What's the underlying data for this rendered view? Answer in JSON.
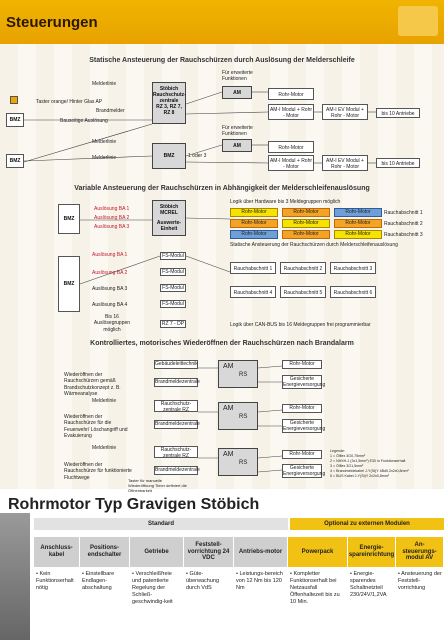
{
  "header": {
    "title": "Steuerungen"
  },
  "sections": {
    "s1_title": "Statische Ansteuerung der Rauchschürzen durch Auslösung der Melderschleife",
    "s2_title": "Variable Ansteuerung der Rauchschürzen in Abhängigkeit der Melderschleifenauslösung",
    "s3_title": "Kontrolliertes, motorisches Wiederöffnen der Rauchschürzen nach Brandalarm",
    "s2_sub": "Statische Ansteuerung der Rauchschürzen durch Melderschleifenauslösung",
    "s2_can": "Logik über CAN-BUS bis 16 Meldegruppen frei programmierbar",
    "s2_logik": "Logik über Hardware bis 3 Meldegruppen möglich"
  },
  "s1": {
    "bmz": "BMZ",
    "melderlinie": "Melderlinie",
    "taster": "Taster orange/ Hinter Glas AP",
    "brand": "Brandmelder",
    "bauseitige": "Bauseitige Auslösung",
    "stoebich": "Stöbich Rauchschutz-zentrale",
    "rz": "RZ 3, RZ 7, RZ 8",
    "fuer_erw": "Für erweiterte Funktionen",
    "am": "AM",
    "rohr": "Rohr-Motor",
    "am_modul": "AM-I Modul + Rohr - Motor",
    "am_ev": "AM-I EV Modul + Rohr - Motor",
    "bis10": "bis 10 Antriebe",
    "oder": "1 oder 3",
    "bmz2": "BMZ"
  },
  "s2": {
    "bmz": "BMZ",
    "ausl": [
      "Auslösung BA 1",
      "Auslösung BA 2",
      "Auslösung BA 3"
    ],
    "mcrel": "Stöbich MCREL",
    "auswerte": "Auswerte-Einheit",
    "rohr": "Rohr-Motor",
    "abschnitt": [
      "Rauchabschnitt 1",
      "Rauchabschnitt 2",
      "Rauchabschnitt 3"
    ],
    "ausl2": [
      "Auslösung BA 1",
      "Auslösung BA 2",
      "Auslösung BA 3",
      "Auslösung BA 4"
    ],
    "fs": "FS-Modul",
    "bis16": "Bis 16 Auslösegruppen möglich",
    "ra": [
      "Rauchabschnitt 1",
      "Rauchabschnitt 2",
      "Rauchabschnitt 3",
      "Rauchabschnitt 4",
      "Rauchabschnitt 5",
      "Rauchabschnitt 6"
    ],
    "rz7": "RZ 7 - DP"
  },
  "s3": {
    "gebaeude": "Gebäudeleittechnik",
    "brandmelde": "Brandmeldezentrale",
    "am": "AM",
    "rs": "RS",
    "rohr": "Rohr-Motor",
    "gesicherte": "Gesicherte Energieversorgung",
    "text1": "Wiederöffnen der Rauchschürzen gemäß Brandschutzkonzept z. B. Wärmeanalyse",
    "text2": "Wiederöffnen der Rauchschürze für die Feuerwehr/ Löschangriff und Evakuierung",
    "text3": "Wiederöffnen der Rauchschürze für funktionierte Fluchtwege",
    "rz_label": "Rauchschutz-zentrale RZ",
    "taster": "Taster für manuelle Wiederöffnung Timer definiert die Öffnenbarkeit",
    "melderlinie": "Melderlinie",
    "legend": [
      "Legende:",
      "1 = Ölflex 3G0,75mm²",
      "2 = NHXH-J (3x1,5mm²) E30 in Funktionserhalt",
      "3 = Ölflex 3G1,5mm²",
      "4 = Brandmeldekabel J-Y(St)Y 4Bd0,2x2x0,8mm²",
      "5 = BUS Kabel J-Y(St)Y 2x2x0,8mm²"
    ]
  },
  "bottom": {
    "title": "Rohrmotor Typ Gravigen Stöbich",
    "standard": "Standard",
    "optional": "Optional zu externen Modulen",
    "cols": [
      "Anschluss-kabel",
      "Positions-endschalter",
      "Getriebe",
      "Feststell-vorrichtung 24 VDC",
      "Antriebs-motor",
      "Powerpack",
      "Energie-spareinrichtung",
      "An-steuerungs-modul AV"
    ],
    "bullets": [
      "• Kein Funktionserhalt nötig",
      "• Einstellbare Endlagen-abschaltung",
      "• Verschleißfreie und patentierte Regelung der Schließ-geschwindig-keit",
      "• Güte-überwachung durch VdS",
      "• Leistungs-bereich von 12 Nm bis 120 Nm",
      "• Kompletter Funktionserhalt bei Netzausfall Öffenhaltezeit bis zu 10 Min.",
      "• Energie-sparendes Schaltnetzteil 230/24V/1,2VA",
      "• Ansteuerung der Feststell-vorrichtung"
    ]
  },
  "colors": {
    "header": "#f0b400",
    "yellow": "#f7e300",
    "orange": "#f3a325",
    "blue": "#6f9fd6"
  }
}
